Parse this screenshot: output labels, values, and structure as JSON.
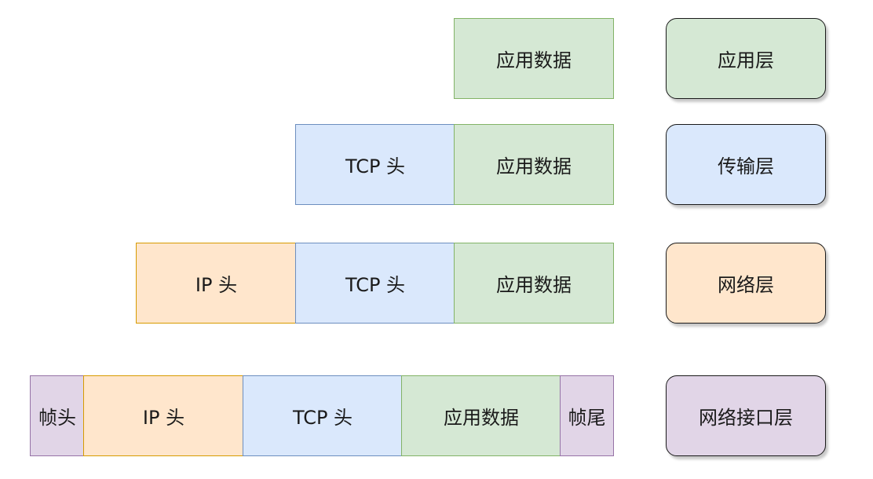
{
  "rows": [
    {
      "layer": "应用层",
      "segments": [
        "应用数据"
      ]
    },
    {
      "layer": "传输层",
      "segments": [
        "TCP 头",
        "应用数据"
      ]
    },
    {
      "layer": "网络层",
      "segments": [
        "IP 头",
        "TCP 头",
        "应用数据"
      ]
    },
    {
      "layer": "网络接口层",
      "segments": [
        "帧头",
        "IP 头",
        "TCP 头",
        "应用数据",
        "帧尾"
      ]
    }
  ],
  "colors": {
    "app_fill": "#d5e8d4",
    "app_stroke": "#82b366",
    "transport_fill": "#dae8fc",
    "transport_stroke": "#6c8ebf",
    "network_fill": "#ffe6cc",
    "network_stroke": "#d79b00",
    "link_fill": "#e1d5e7",
    "link_stroke": "#9673a6"
  }
}
